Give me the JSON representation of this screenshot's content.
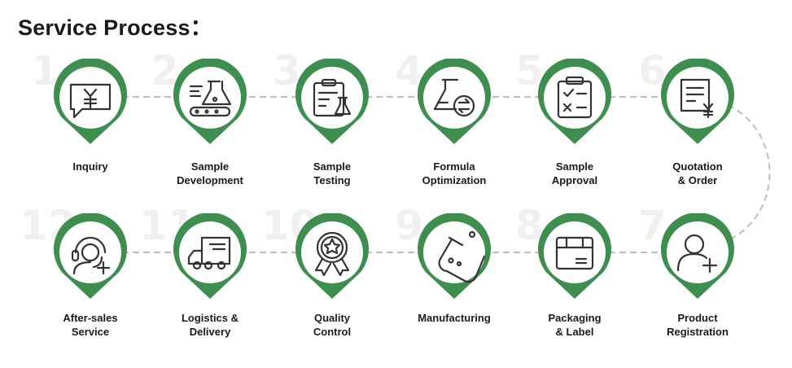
{
  "title": "Service Process：",
  "colors": {
    "accent": "#3e8e4f",
    "icon": "#333333",
    "connector": "#bdbdbd"
  },
  "steps": [
    {
      "number": "1",
      "lines": [
        "Inquiry"
      ],
      "icon": "chat-yen-icon"
    },
    {
      "number": "2",
      "lines": [
        "Sample",
        "Development"
      ],
      "icon": "lab-conveyor-icon"
    },
    {
      "number": "3",
      "lines": [
        "Sample",
        "Testing"
      ],
      "icon": "clipboard-flask-icon"
    },
    {
      "number": "4",
      "lines": [
        "Formula",
        "Optimization"
      ],
      "icon": "flask-exchange-icon"
    },
    {
      "number": "5",
      "lines": [
        "Sample",
        "Approval"
      ],
      "icon": "checklist-icon"
    },
    {
      "number": "6",
      "lines": [
        "Quotation",
        "& Order"
      ],
      "icon": "document-yen-icon"
    },
    {
      "number": "7",
      "lines": [
        "Product",
        "Registration"
      ],
      "icon": "user-add-icon"
    },
    {
      "number": "8",
      "lines": [
        "Packaging",
        "& Label"
      ],
      "icon": "package-box-icon"
    },
    {
      "number": "9",
      "lines": [
        "Manufacturing"
      ],
      "icon": "flask-bubbles-icon"
    },
    {
      "number": "10",
      "lines": [
        "Quality",
        "Control"
      ],
      "icon": "quality-badge-icon"
    },
    {
      "number": "11",
      "lines": [
        "Logistics &",
        "Delivery"
      ],
      "icon": "delivery-truck-icon"
    },
    {
      "number": "12",
      "lines": [
        "After-sales",
        "Service"
      ],
      "icon": "headset-agent-icon"
    }
  ]
}
